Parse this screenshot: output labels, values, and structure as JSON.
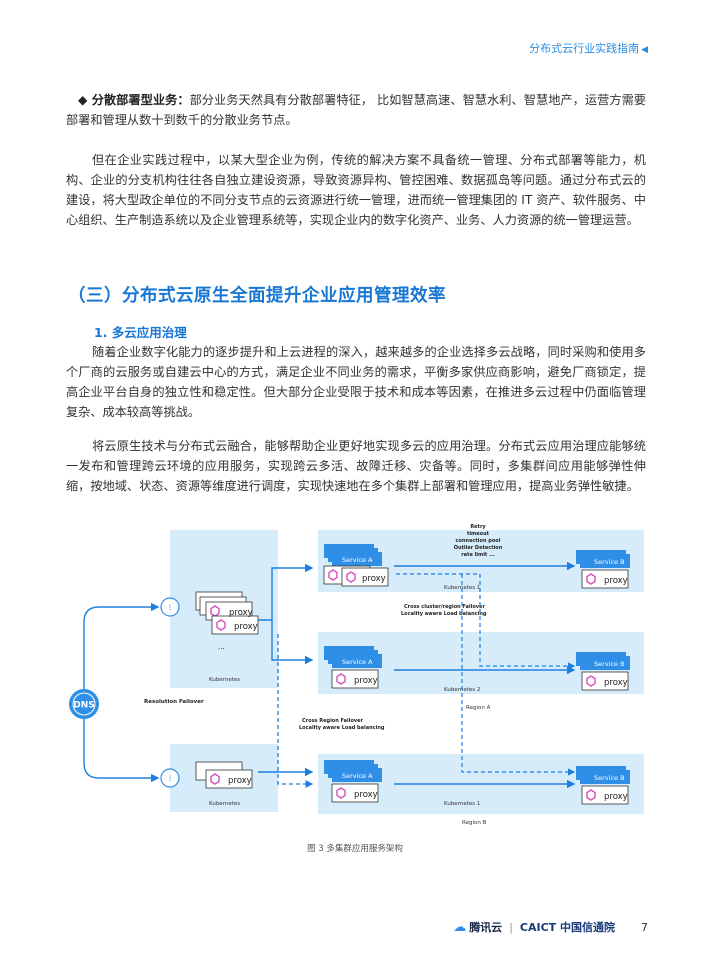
{
  "header": {
    "title": "分布式云行业实践指南"
  },
  "p1": {
    "lead": "◆ 分散部署型业务：",
    "text": "部分业务天然具有分散部署特征， 比如智慧高速、智慧水利、智慧地产，运营方需要部署和管理从数十到数千的分散业务节点。"
  },
  "p2": {
    "text": "但在企业实践过程中，以某大型企业为例，传统的解决方案不具备统一管理、分布式部署等能力，机构、企业的分支机构往往各自独立建设资源，导致资源异构、管控困难、数据孤岛等问题。通过分布式云的建设，将大型政企单位的不同分支节点的云资源进行统一管理，进而统一管理集团的 IT 资产、软件服务、中心组织、生产制造系统以及企业管理系统等，实现企业内的数字化资产、业务、人力资源的统一管理运营。"
  },
  "section": {
    "title": "（三）分布式云原生全面提升企业应用管理效率"
  },
  "subsection": {
    "title": "1. 多云应用治理"
  },
  "p3": {
    "text": "随着企业数字化能力的逐步提升和上云进程的深入，越来越多的企业选择多云战略，同时采购和使用多个厂商的云服务或自建云中心的方式，满足企业不同业务的需求，平衡多家供应商影响，避免厂商锁定，提高企业平台自身的独立性和稳定性。但大部分企业受限于技术和成本等因素，在推进多云过程中仍面临管理复杂、成本较高等挑战。"
  },
  "p4": {
    "text": "将云原生技术与分布式云融合，能够帮助企业更好地实现多云的应用治理。分布式云应用治理应能够统一发布和管理跨云环境的应用服务，实现跨云多活、故障迁移、灾备等。同时，多集群间应用能够弹性伸缩，按地域、状态、资源等维度进行调度，实现快速地在多个集群上部署和管理应用，提高业务弹性敏捷。"
  },
  "figure": {
    "dns": "DNS",
    "resolution": "Resolution Failover",
    "proxy": "proxy",
    "serviceA": "Service A",
    "serviceB": "Service B",
    "kubernetes": "Kubernetes",
    "kubernetes1": "Kubernetes 1",
    "kubernetes2": "Kubernetes 2",
    "dots": "...",
    "retry1": "Retry",
    "retry2": "timeout",
    "retry3": "connection pool",
    "retry4": "Outlier Detection",
    "retry5": "rate limit ...",
    "cross1a": "Cross cluster/region Failover",
    "cross1b": "Locality aware Load balancing",
    "cross2a": "Cross Region Failover",
    "cross2b": "Locality aware Load balancing",
    "regionA": "Region A",
    "regionB": "Region B"
  },
  "caption": {
    "text": "图 3 多集群应用服务架构"
  },
  "footer": {
    "logo1": "腾讯云",
    "sep": "|",
    "logo2": "CAICT 中国信通院",
    "page": "7"
  },
  "colors": {
    "accent": "#1877d4",
    "panel": "#d6ecfb",
    "service": "#2f8ee6",
    "proxy": "#d94fb8"
  }
}
